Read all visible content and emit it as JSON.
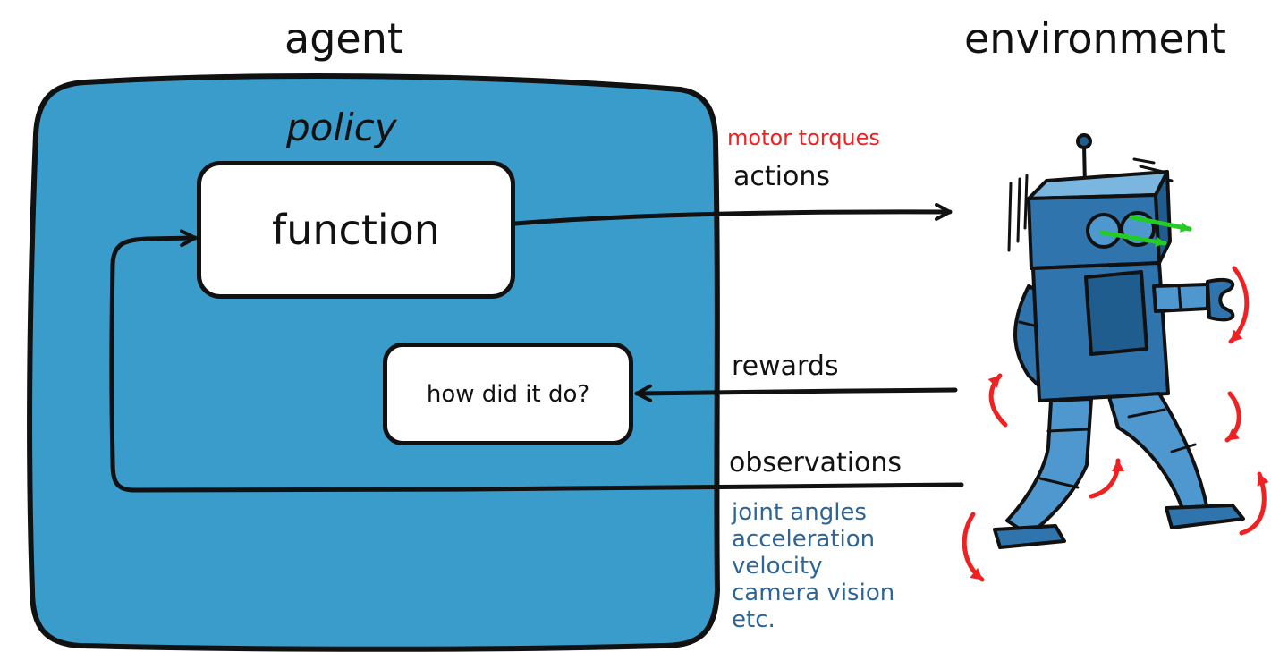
{
  "titles": {
    "agent": "agent",
    "environment": "environment",
    "policy": "policy"
  },
  "boxes": {
    "function": "function",
    "evaluation": "how did it do?"
  },
  "signals": {
    "actions_detail": "motor torques",
    "actions": "actions",
    "rewards": "rewards",
    "observations": "observations",
    "observation_items": [
      "joint angles",
      "acceleration",
      "velocity",
      "camera vision",
      "etc."
    ]
  },
  "colors": {
    "agent_fill": "#3a9ccb",
    "robot_body": "#2f74ad",
    "robot_light": "#4f98cf",
    "outline": "#111111",
    "actions_detail": "#ee2222",
    "observation_items": "#2d6596",
    "motion_arrows": "#ee2222",
    "eye_arrows": "#22cc22"
  },
  "icons": {
    "environment": "walking-robot-icon"
  }
}
